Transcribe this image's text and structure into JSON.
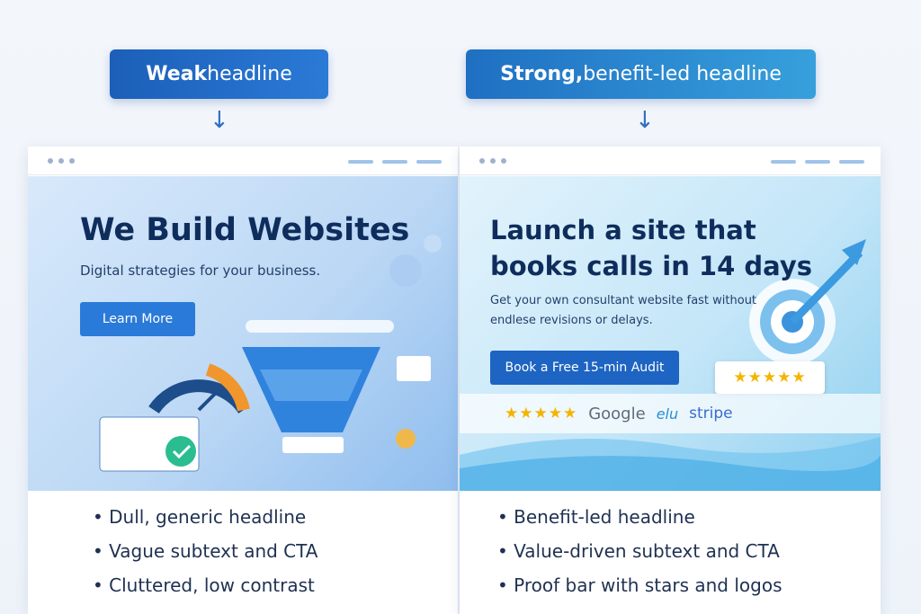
{
  "labels": {
    "weak_bold": "Weak",
    "weak_rest": " headline",
    "strong_bold": "Strong,",
    "strong_rest": " benefit-led headline"
  },
  "left": {
    "headline": "We Build Websites",
    "subtext": "Digital strategies for your business.",
    "cta": "Learn More",
    "bullets": [
      "Dull, generic headline",
      "Vague subtext and CTA",
      "Cluttered, low contrast"
    ]
  },
  "right": {
    "headline": "Launch a site that books calls in 14 days",
    "subtext": "Get your own consultant website fast without endlese revisions or delays.",
    "cta": "Book a Free 15-min Audit",
    "stars": "★★★★★",
    "logos": [
      "Google",
      "elu",
      "stripe"
    ],
    "bullets": [
      "Benefit-led headline",
      "Value-driven subtext and CTA",
      "Proof bar with stars and logos"
    ]
  },
  "colors": {
    "accent": "#1e64c2",
    "star": "#f4b400"
  }
}
